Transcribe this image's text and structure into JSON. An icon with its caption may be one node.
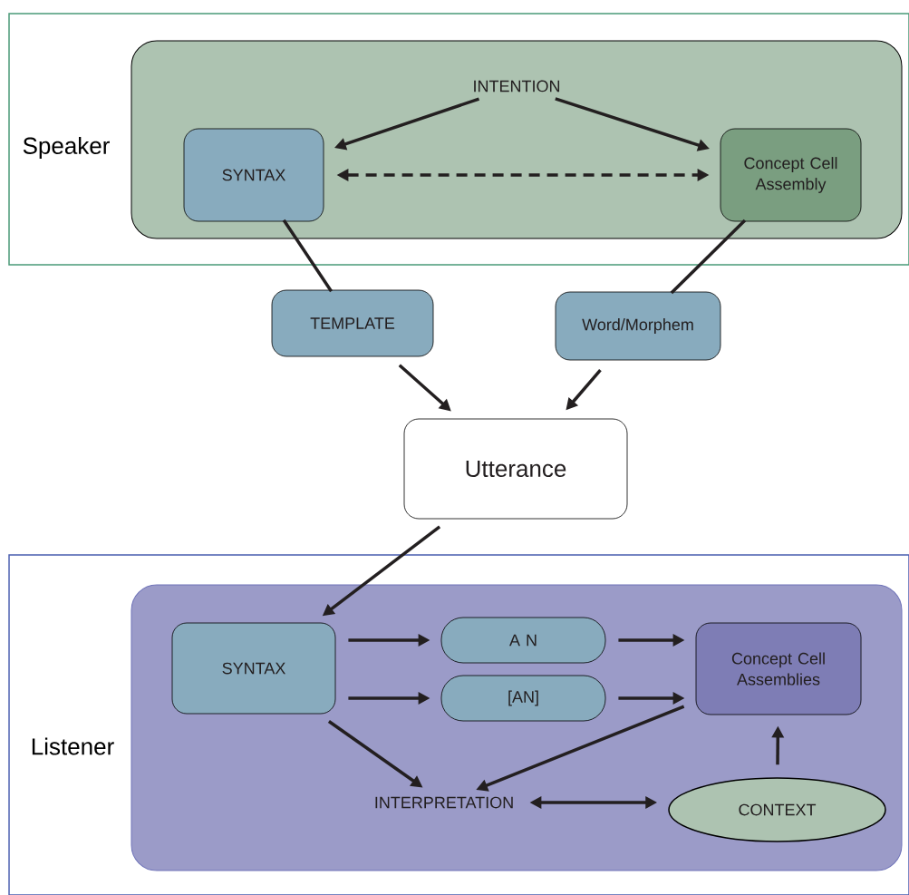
{
  "diagram": {
    "nodes": [
      {
        "text": [
          "Speaker"
        ]
      },
      {
        "text": [],
        "shape": "box",
        "in": 0
      },
      {
        "text": [
          "INTENTION"
        ],
        "in": 1
      },
      {
        "text": [
          "SYNTAX"
        ],
        "in": 1
      },
      {
        "text": [
          "Concept Cell Assembly"
        ],
        "in": 1
      },
      {
        "text": [
          "TEMPLATE"
        ]
      },
      {
        "text": [
          "Word/Morphem"
        ]
      },
      {
        "text": [
          "Utterance"
        ]
      },
      {
        "text": [
          "Listener"
        ]
      },
      {
        "text": [],
        "shape": "box",
        "in": 8
      },
      {
        "text": [
          "SYNTAX"
        ],
        "in": 9
      },
      {
        "text": [
          "A N"
        ],
        "in": 9
      },
      {
        "text": [
          "[AN]"
        ],
        "in": 9
      },
      {
        "text": [
          "Concept Cell Assemblies"
        ],
        "in": 9
      },
      {
        "text": [
          "INTERPRETATION"
        ],
        "in": 9
      },
      {
        "text": [
          "CONTEXT"
        ],
        "in": 9
      }
    ],
    "edges": [
      {
        "from": 2,
        "to": 3,
        "arrow": "to"
      },
      {
        "from": 2,
        "to": 4,
        "arrow": "to"
      },
      {
        "from": 3,
        "to": 4,
        "arrow": "both",
        "style": "dashed"
      },
      {
        "from": 3,
        "to": 5,
        "arrow": "none"
      },
      {
        "from": 4,
        "to": 6,
        "arrow": "none"
      },
      {
        "from": 5,
        "to": 7,
        "arrow": "to"
      },
      {
        "from": 6,
        "to": 7,
        "arrow": "to"
      },
      {
        "from": 7,
        "to": 10,
        "arrow": "to"
      },
      {
        "from": 10,
        "to": 11,
        "arrow": "to"
      },
      {
        "from": 10,
        "to": 12,
        "arrow": "to"
      },
      {
        "from": 11,
        "to": 13,
        "arrow": "to"
      },
      {
        "from": 12,
        "to": 13,
        "arrow": "to"
      },
      {
        "from": 10,
        "to": 14,
        "arrow": "to"
      },
      {
        "from": 13,
        "to": 14,
        "arrow": "to"
      },
      {
        "from": 14,
        "to": 15,
        "arrow": "both"
      },
      {
        "from": 15,
        "to": 13,
        "arrow": "to"
      }
    ]
  }
}
